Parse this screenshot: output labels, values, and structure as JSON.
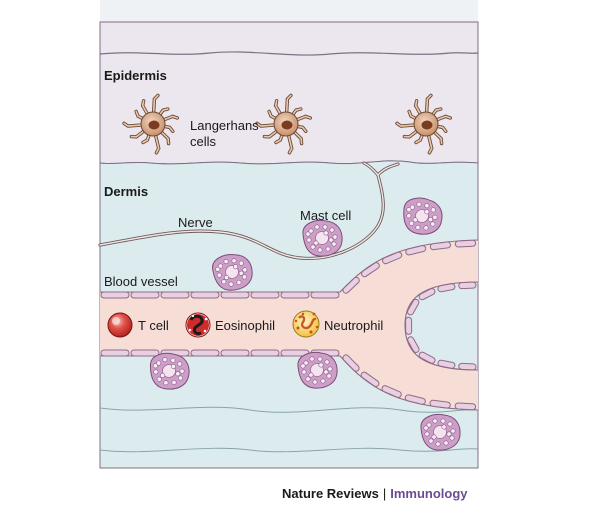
{
  "labels": {
    "epidermis": "Epidermis",
    "langerhans": "Langerhans",
    "cells": "cells",
    "dermis": "Dermis",
    "nerve": "Nerve",
    "mast_cell": "Mast cell",
    "blood_vessel": "Blood vessel",
    "t_cell": "T cell",
    "eosinophil": "Eosinophil",
    "neutrophil": "Neutrophil"
  },
  "credit": {
    "publisher": "Nature Reviews",
    "separator": "|",
    "journal": "Immunology"
  },
  "colors": {
    "epidermis_fill": "#ece6ef",
    "dermis_fill": "#dcecee",
    "vessel_fill": "#f6ddd6",
    "endothelial": "#e8cfe2",
    "mast_cell": "#cd9fc8",
    "langerhans": "#c8906a",
    "t_cell": "#d33a36",
    "eosinophil": "#d02b2b",
    "neutrophil": "#f3cc4a",
    "journal": "#6a4c93"
  }
}
